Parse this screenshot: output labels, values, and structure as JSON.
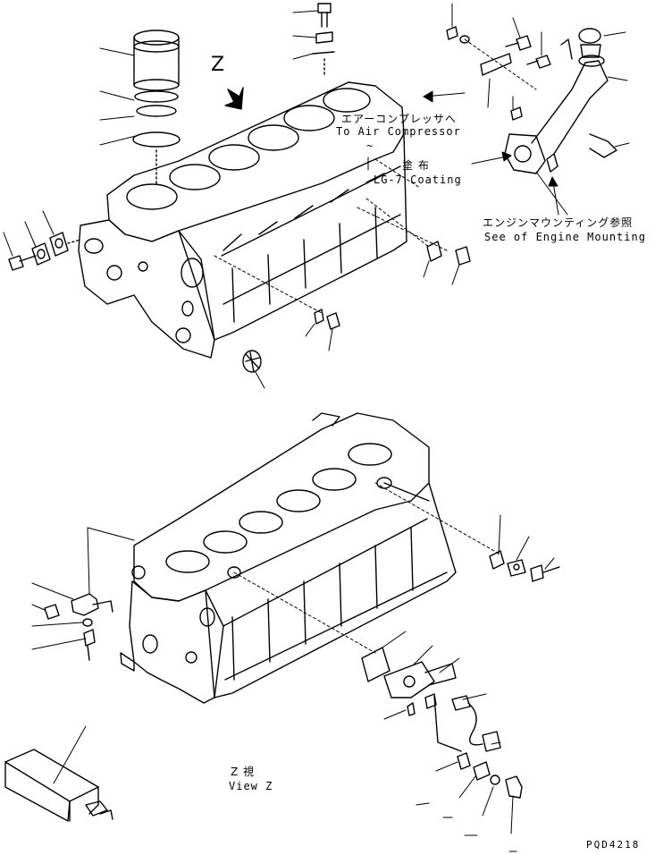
{
  "labels": {
    "view_marker": "Z",
    "air_compressor_jp": "エアーコンプレッサへ",
    "air_compressor_en": "To Air Compressor",
    "tilde": "~",
    "coating_jp": "塗 布",
    "coating_en": "LG-7 Coating",
    "engine_mounting_jp": "エンジンマウンティング参照",
    "engine_mounting_en": "See of Engine Mounting",
    "view_z_jp": "Z 視",
    "view_z_en": "View Z",
    "drawing_code": "PQD4218"
  },
  "colors": {
    "ink": "#000000",
    "paper": "#ffffff"
  }
}
